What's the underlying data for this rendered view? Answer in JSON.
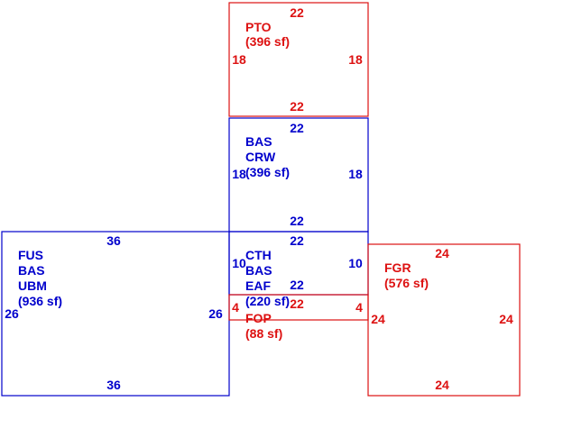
{
  "colors": {
    "living": "#0000cc",
    "exterior": "#dd1111",
    "background": "#ffffff"
  },
  "areas": {
    "pto": {
      "labels": [
        "PTO"
      ],
      "area": "(396 sf)",
      "dims": {
        "top": "22",
        "bottom": "22",
        "left": "18",
        "right": "18"
      }
    },
    "bas_crw": {
      "labels": [
        "BAS",
        "CRW"
      ],
      "area": "(396 sf)",
      "dims": {
        "top": "22",
        "bottom": "22",
        "left": "18",
        "right": "18"
      }
    },
    "fus": {
      "labels": [
        "FUS",
        "BAS",
        "UBM"
      ],
      "area": "(936 sf)",
      "dims": {
        "top": "36",
        "bottom": "36",
        "left": "26",
        "right": "26"
      }
    },
    "cth": {
      "labels": [
        "CTH",
        "BAS",
        "EAF"
      ],
      "area": "(220 sf)",
      "dims": {
        "top": "22",
        "bottom": "22",
        "left": "10",
        "right": "10"
      }
    },
    "fop": {
      "labels": [
        "FOP"
      ],
      "area": "(88 sf)",
      "dims": {
        "top": "22",
        "left": "4",
        "right": "4"
      }
    },
    "fgr": {
      "labels": [
        "FGR"
      ],
      "area": "(576 sf)",
      "dims": {
        "top": "24",
        "bottom": "24",
        "left": "24",
        "right": "24"
      }
    }
  }
}
